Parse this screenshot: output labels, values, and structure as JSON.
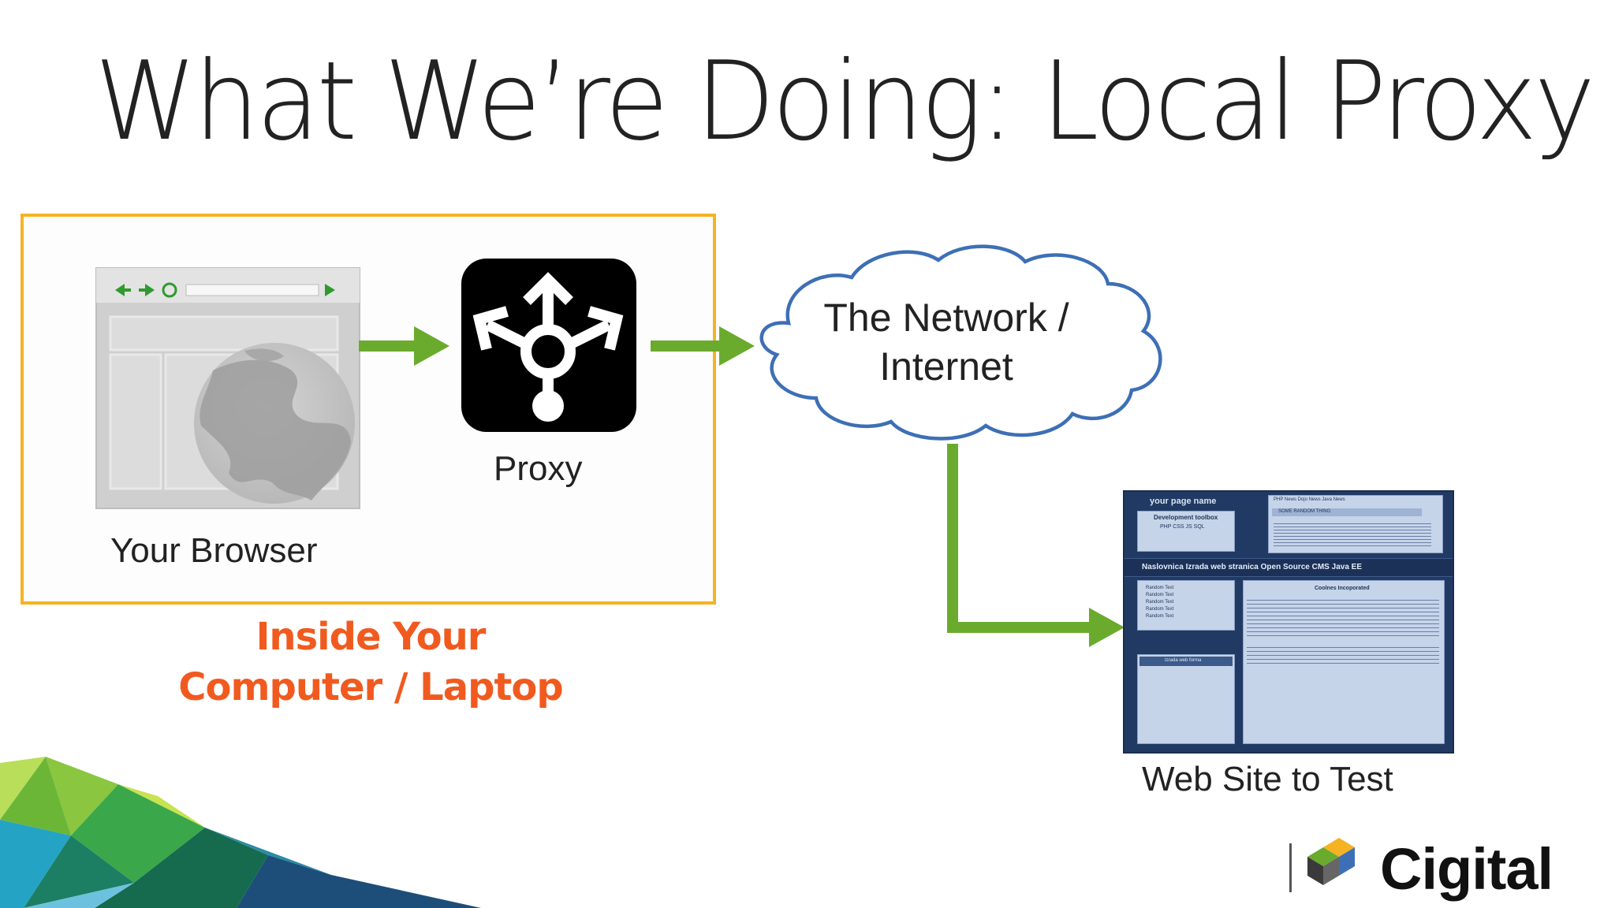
{
  "slide": {
    "title": "What We’re Doing: Local Proxy"
  },
  "diagram": {
    "browser_label": "Your Browser",
    "proxy_label": "Proxy",
    "cloud_line1": "The Network /",
    "cloud_line2": "Internet",
    "website_label": "Web Site to Test",
    "inside_line1": "Inside Your",
    "inside_line2": "Computer / Laptop"
  },
  "website_thumb": {
    "page_name": "your page name",
    "toolbox": "Development toolbox",
    "toolbox_tags": "PHP  CSS  JS  SQL",
    "news_tabs": "PHP News   Dojo News   Java News",
    "news_sub": "SOME RANDOM THING",
    "nav": "Naslovnica Izrada web stranica Open Source CMS Java EE",
    "content_title": "Coolnes Incoporated",
    "side_links": [
      "Random Text",
      "Random Text",
      "Random Text",
      "Random Text",
      "Random Text"
    ],
    "side_box": "Izrada web forma"
  },
  "logo": {
    "text": "Cigital"
  },
  "colors": {
    "frame_orange": "#f5b324",
    "arrow_green": "#6aab2e",
    "cloud_stroke": "#3d6fb6",
    "inside_text": "#f15a1f",
    "site_bg": "#213a63"
  }
}
